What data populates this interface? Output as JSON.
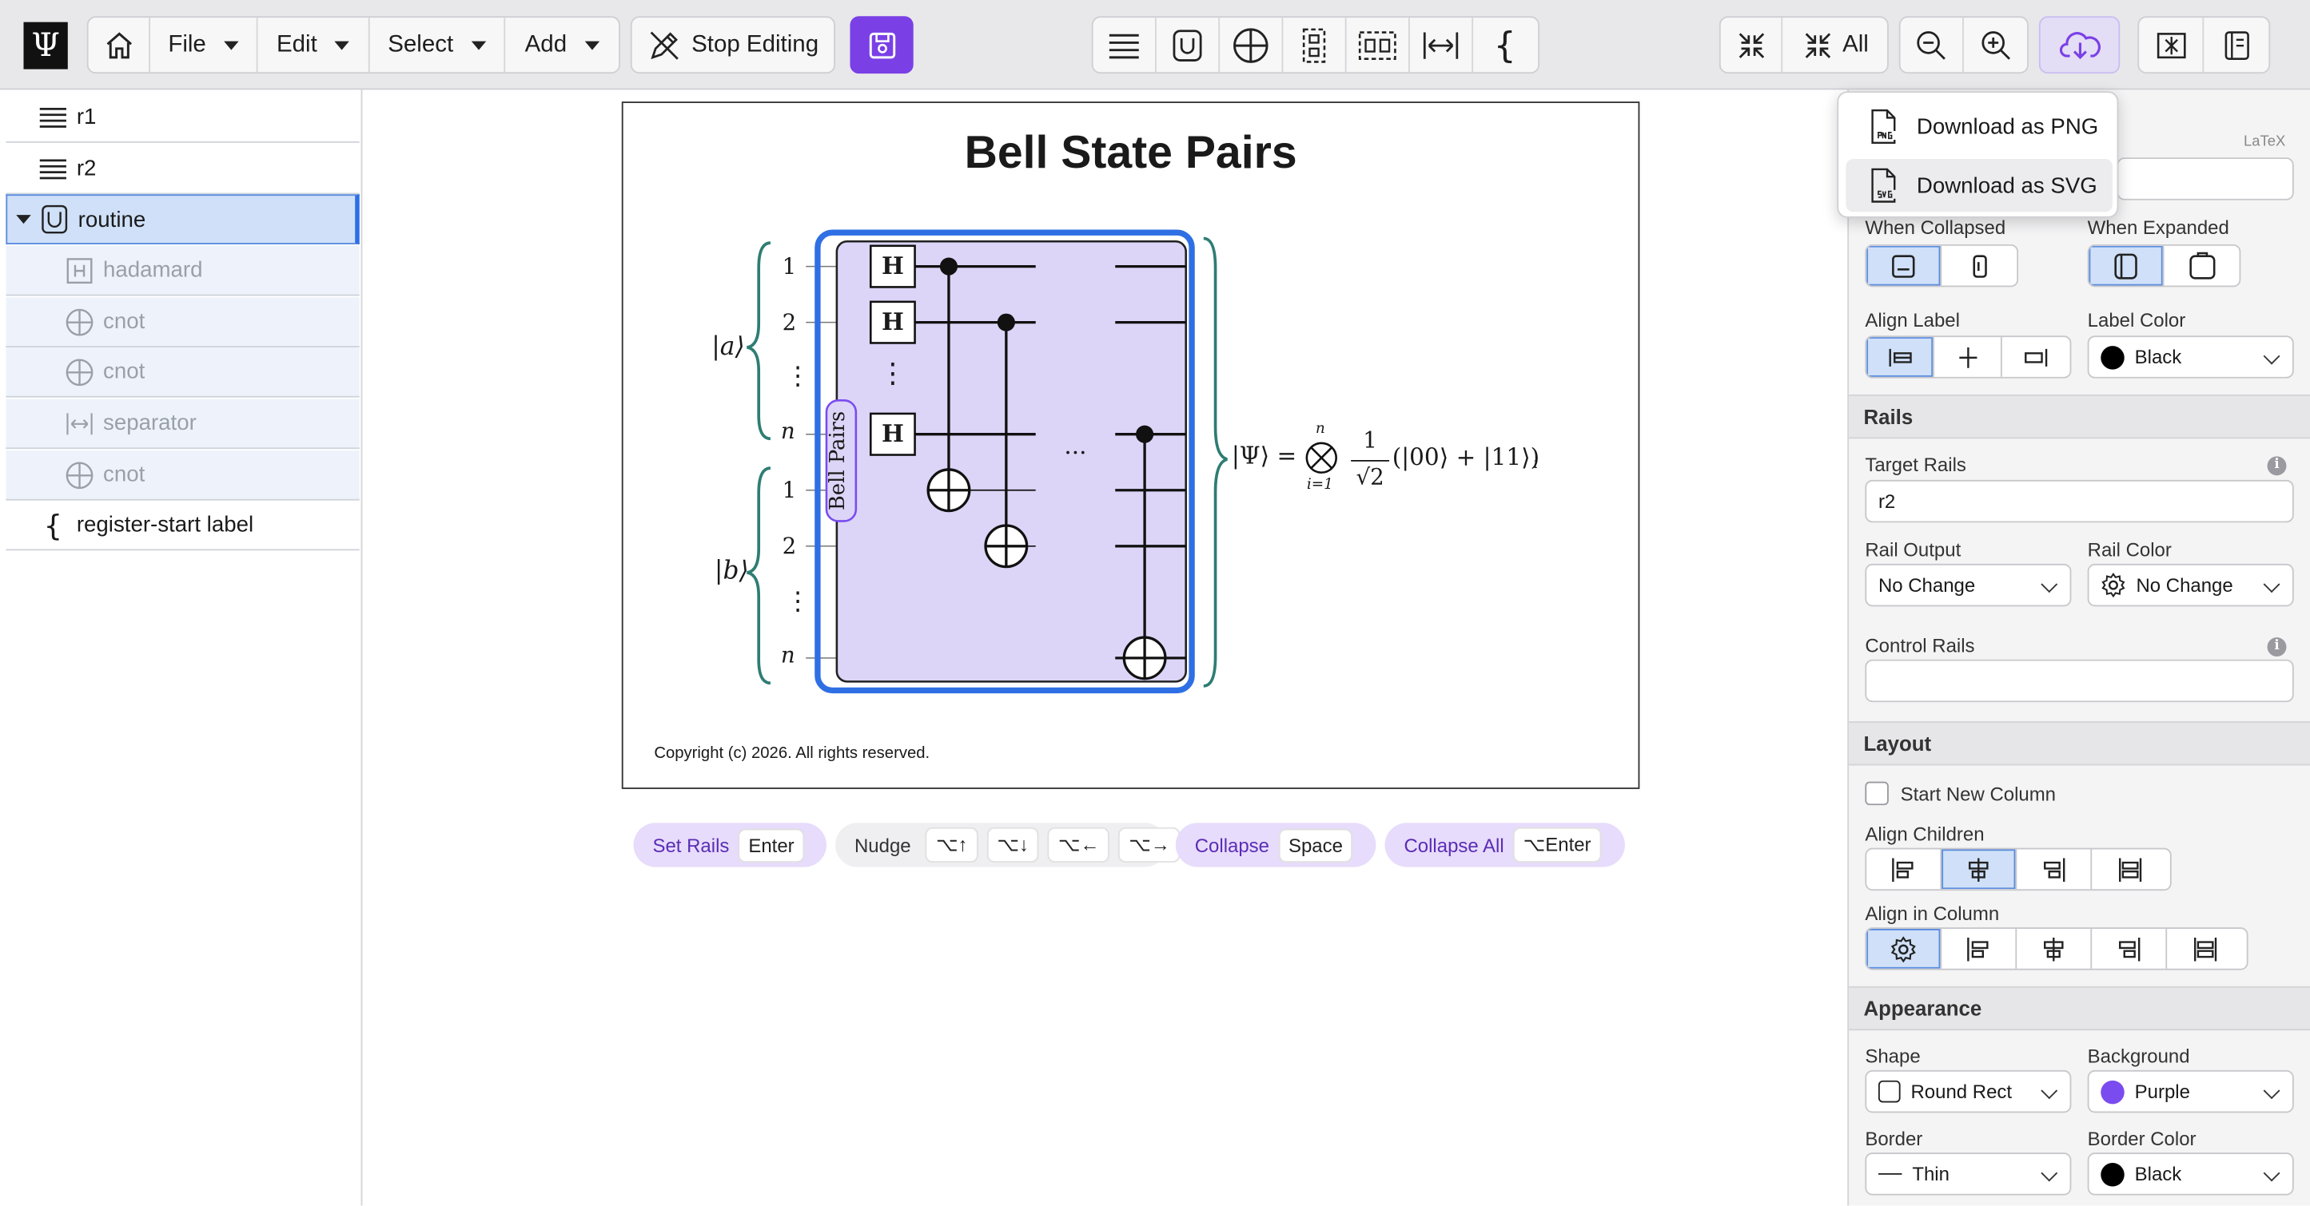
{
  "toolbar": {
    "logo": "Ψ",
    "menus": [
      "File",
      "Edit",
      "Select",
      "Add"
    ],
    "stop_editing": "Stop Editing",
    "all_label": "All"
  },
  "download_menu": {
    "png_label": "Download as PNG",
    "svg_label": "Download as SVG"
  },
  "sidebar": {
    "items": [
      {
        "label": "r1",
        "icon": "rails-icon"
      },
      {
        "label": "r2",
        "icon": "rails-icon"
      },
      {
        "label": "routine",
        "icon": "routine-icon"
      },
      {
        "label": "hadamard",
        "icon": "hadamard-icon"
      },
      {
        "label": "cnot",
        "icon": "cnot-icon"
      },
      {
        "label": "cnot",
        "icon": "cnot-icon"
      },
      {
        "label": "separator",
        "icon": "separator-icon"
      },
      {
        "label": "cnot",
        "icon": "cnot-icon"
      },
      {
        "label": "register-start label",
        "icon": "brace-icon"
      }
    ]
  },
  "diagram": {
    "title": "Bell State Pairs",
    "copyright": "Copyright (c) 2026. All rights reserved.",
    "reg_a": "|a⟩",
    "reg_b": "|b⟩",
    "wire_labels": [
      "1",
      "2",
      "⋮",
      "n",
      "1",
      "2",
      "⋮",
      "n"
    ],
    "gate_h": "H",
    "vdots": "⋮",
    "hdots": "···",
    "routine_label": "Bell Pairs",
    "eq_lhs": "|Ψ⟩ =",
    "eq_top": "n",
    "eq_bottom": "i=1",
    "eq_num": "1",
    "eq_den": "√2",
    "eq_rest": "(|00⟩ + |11⟩)",
    "eq_sub": "i"
  },
  "shortcuts": {
    "set_rails": "Set Rails",
    "set_rails_key": "Enter",
    "nudge": "Nudge",
    "nudge_keys": [
      "⌥↑",
      "⌥↓",
      "⌥←",
      "⌥→"
    ],
    "collapse": "Collapse",
    "collapse_key": "Space",
    "collapse_all": "Collapse All",
    "collapse_all_key": "⌥Enter"
  },
  "panel": {
    "latex_hint": "LaTeX",
    "when_collapsed": "When Collapsed",
    "when_expanded": "When Expanded",
    "align_label": "Align Label",
    "label_color": "Label Color",
    "label_color_value": "Black",
    "rails_section": "Rails",
    "target_rails": "Target Rails",
    "target_rails_value": "r2",
    "rail_output": "Rail Output",
    "rail_output_value": "No Change",
    "rail_color": "Rail Color",
    "rail_color_value": "No Change",
    "control_rails": "Control Rails",
    "layout_section": "Layout",
    "start_new_column": "Start New Column",
    "align_children": "Align Children",
    "align_in_column": "Align in Column",
    "appearance_section": "Appearance",
    "shape": "Shape",
    "shape_value": "Round Rect",
    "background": "Background",
    "background_value": "Purple",
    "border": "Border",
    "border_value": "Thin",
    "border_color": "Border Color",
    "border_color_value": "Black"
  },
  "colors": {
    "accent": "#7a40e6",
    "selection": "#2f6fe4",
    "routine_fill": "#dcd5f7",
    "purple": "#7a4cf0",
    "black": "#000000",
    "rail_teal": "#2e7d73"
  }
}
